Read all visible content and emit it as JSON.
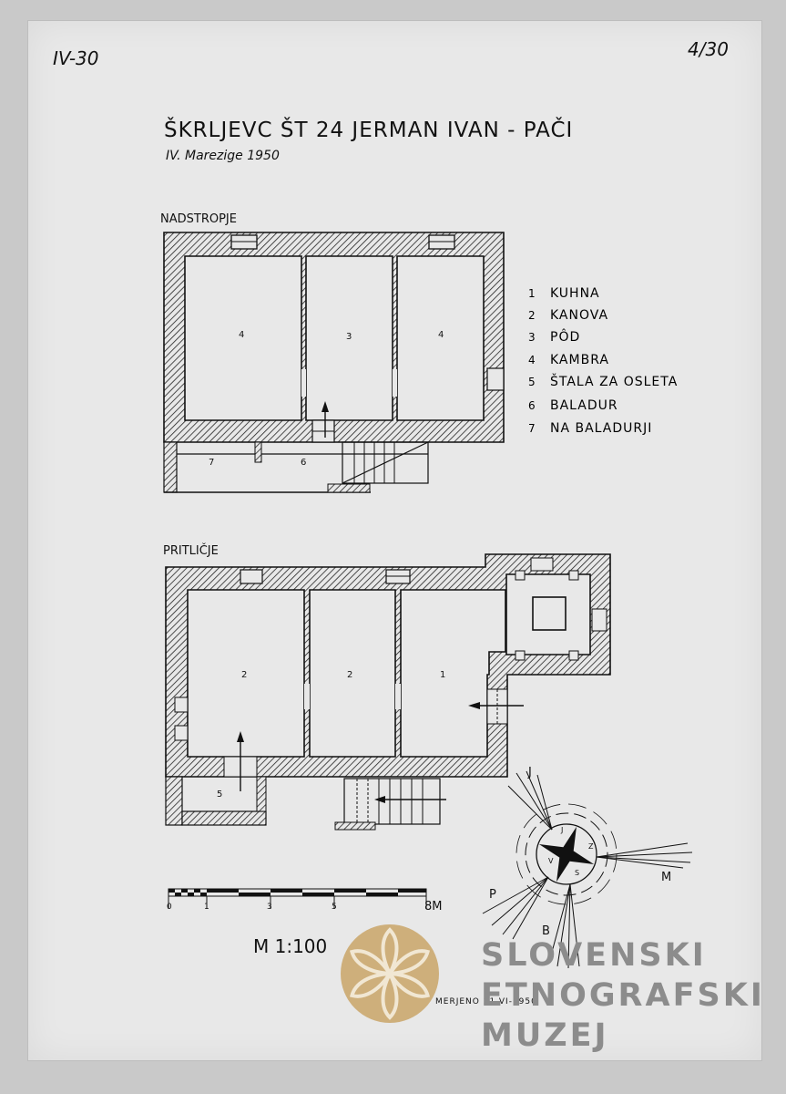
{
  "sheet": {
    "code_left": "IV-30",
    "code_right": "4/30",
    "title": "ŠKRLJEVC ŠT 24 JERMAN IVAN - PAČI",
    "subtitle": "IV. Marezige 1950"
  },
  "floors": {
    "upper_label": "NADSTROPJE",
    "ground_label": "PRITLIČJE"
  },
  "legend": [
    {
      "num": "1",
      "label": "KUHNA"
    },
    {
      "num": "2",
      "label": "KANOVA"
    },
    {
      "num": "3",
      "label": "PÔD"
    },
    {
      "num": "4",
      "label": "KAMBRA"
    },
    {
      "num": "5",
      "label": "ŠTALA ZA OSLETA"
    },
    {
      "num": "6",
      "label": "BALADUR"
    },
    {
      "num": "7",
      "label": "NA BALADURJI"
    }
  ],
  "rooms_upper": [
    "4",
    "3",
    "4",
    "7",
    "6"
  ],
  "rooms_ground": [
    "2",
    "2",
    "1",
    "5"
  ],
  "scale": {
    "ticks": [
      "0",
      "1",
      "3",
      "5",
      "8M"
    ],
    "ratio": "M 1:100"
  },
  "compass": {
    "letters": [
      "J",
      "M",
      "B",
      "P"
    ],
    "inner": [
      "J",
      "Z",
      "V",
      "S"
    ]
  },
  "measured": "MERJENO 21-VI-1950",
  "watermark": {
    "line1": "SLOVENSKI",
    "line2": "ETNOGRAFSKI",
    "line3": "MUZEJ",
    "logo_color": "#c9a66b"
  }
}
